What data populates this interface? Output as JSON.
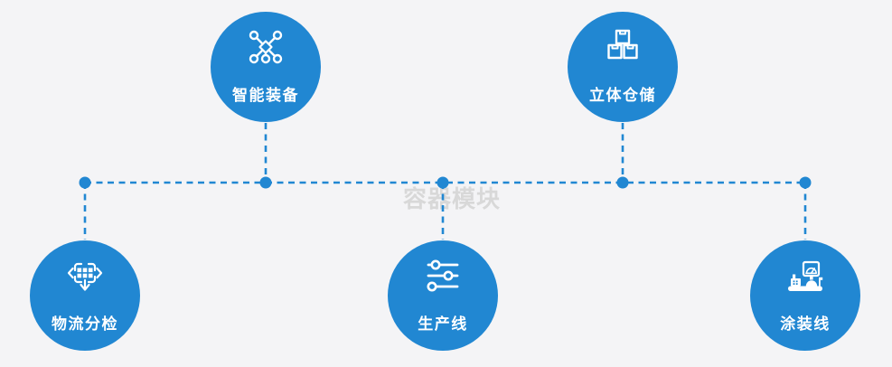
{
  "diagram": {
    "watermark": "容器模块",
    "colors": {
      "accent": "#2187d2",
      "background": "#f4f4f6",
      "watermark_text": "#d8d8d8",
      "node_text": "#ffffff"
    },
    "nodes": [
      {
        "label": "智能装备",
        "icon": "network-nodes-icon",
        "position": "top-left"
      },
      {
        "label": "立体仓储",
        "icon": "stacked-boxes-icon",
        "position": "top-right"
      },
      {
        "label": "物流分检",
        "icon": "sorting-distribution-icon",
        "position": "bottom-left"
      },
      {
        "label": "生产线",
        "icon": "sliders-icon",
        "position": "bottom-center"
      },
      {
        "label": "涂装线",
        "icon": "control-console-icon",
        "position": "bottom-right"
      }
    ]
  }
}
